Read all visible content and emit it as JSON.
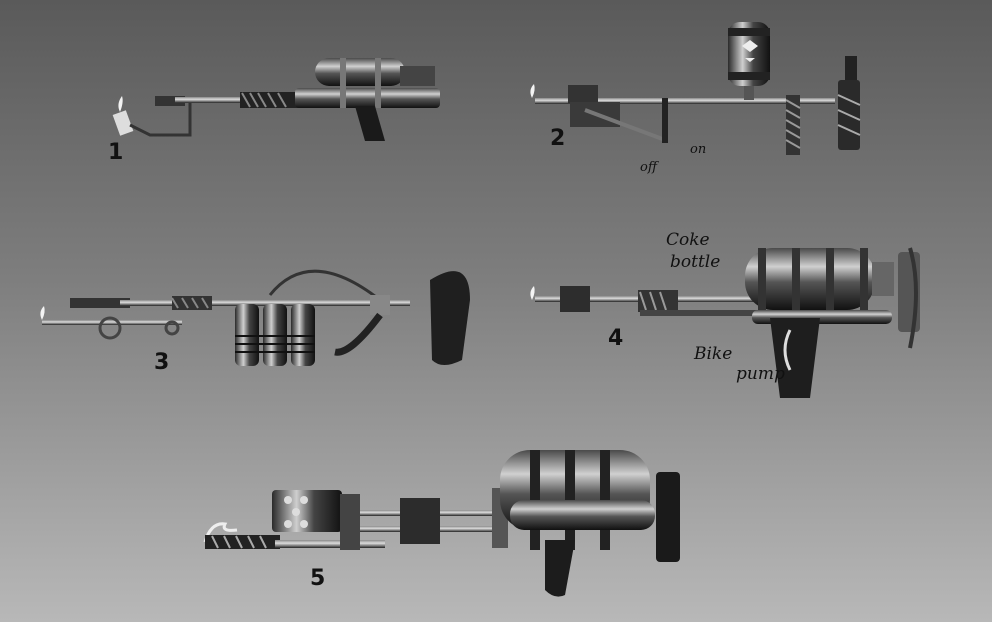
{
  "labels": {
    "concept_1": "1",
    "concept_2": "2",
    "concept_3": "3",
    "concept_4": "4",
    "concept_5": "5",
    "off": "off",
    "on": "on",
    "coke_bottle_line1": "Coke",
    "coke_bottle_line2": "bottle",
    "bike_pump_line1": "Bike",
    "bike_pump_line2": "pump"
  },
  "palette": {
    "background_top": "#5a5a5a",
    "background_bottom": "#b8b8b8",
    "metal_dark": "#1c1c1c",
    "metal_mid": "#555555",
    "metal_light": "#bdbdbd",
    "ink": "#111111"
  }
}
